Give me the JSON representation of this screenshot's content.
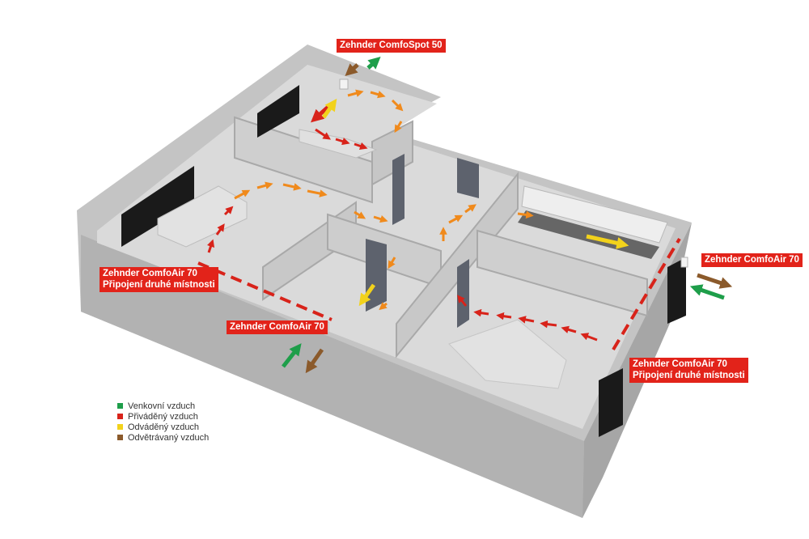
{
  "labels": {
    "comfospot": "Zehnder ComfoSpot 50",
    "comfoair_left_line1": "Zehnder ComfoAir 70",
    "comfoair_left_line2": "Připojení druhé místnosti",
    "comfoair_front": "Zehnder ComfoAir 70",
    "comfoair_right": "Zehnder ComfoAir 70",
    "comfoair_right_low_line1": "Zehnder ComfoAir 70",
    "comfoair_right_low_line2": "Připojení druhé místnosti"
  },
  "legend": [
    {
      "label": "Venkovní vzduch",
      "color": "#1e9e4a"
    },
    {
      "label": "Přiváděný vzduch",
      "color": "#d8231a"
    },
    {
      "label": "Odváděný vzduch",
      "color": "#f2d21b"
    },
    {
      "label": "Odvětrávaný vzduch",
      "color": "#8b5a2b"
    }
  ],
  "colors": {
    "tag_red": "#e2231a",
    "outdoor_air": "#1e9e4a",
    "supply_air": "#d8231a",
    "extract_air": "#f2d21b",
    "exhaust_air": "#8b5a2b",
    "airflow_orange": "#f08a1c"
  }
}
